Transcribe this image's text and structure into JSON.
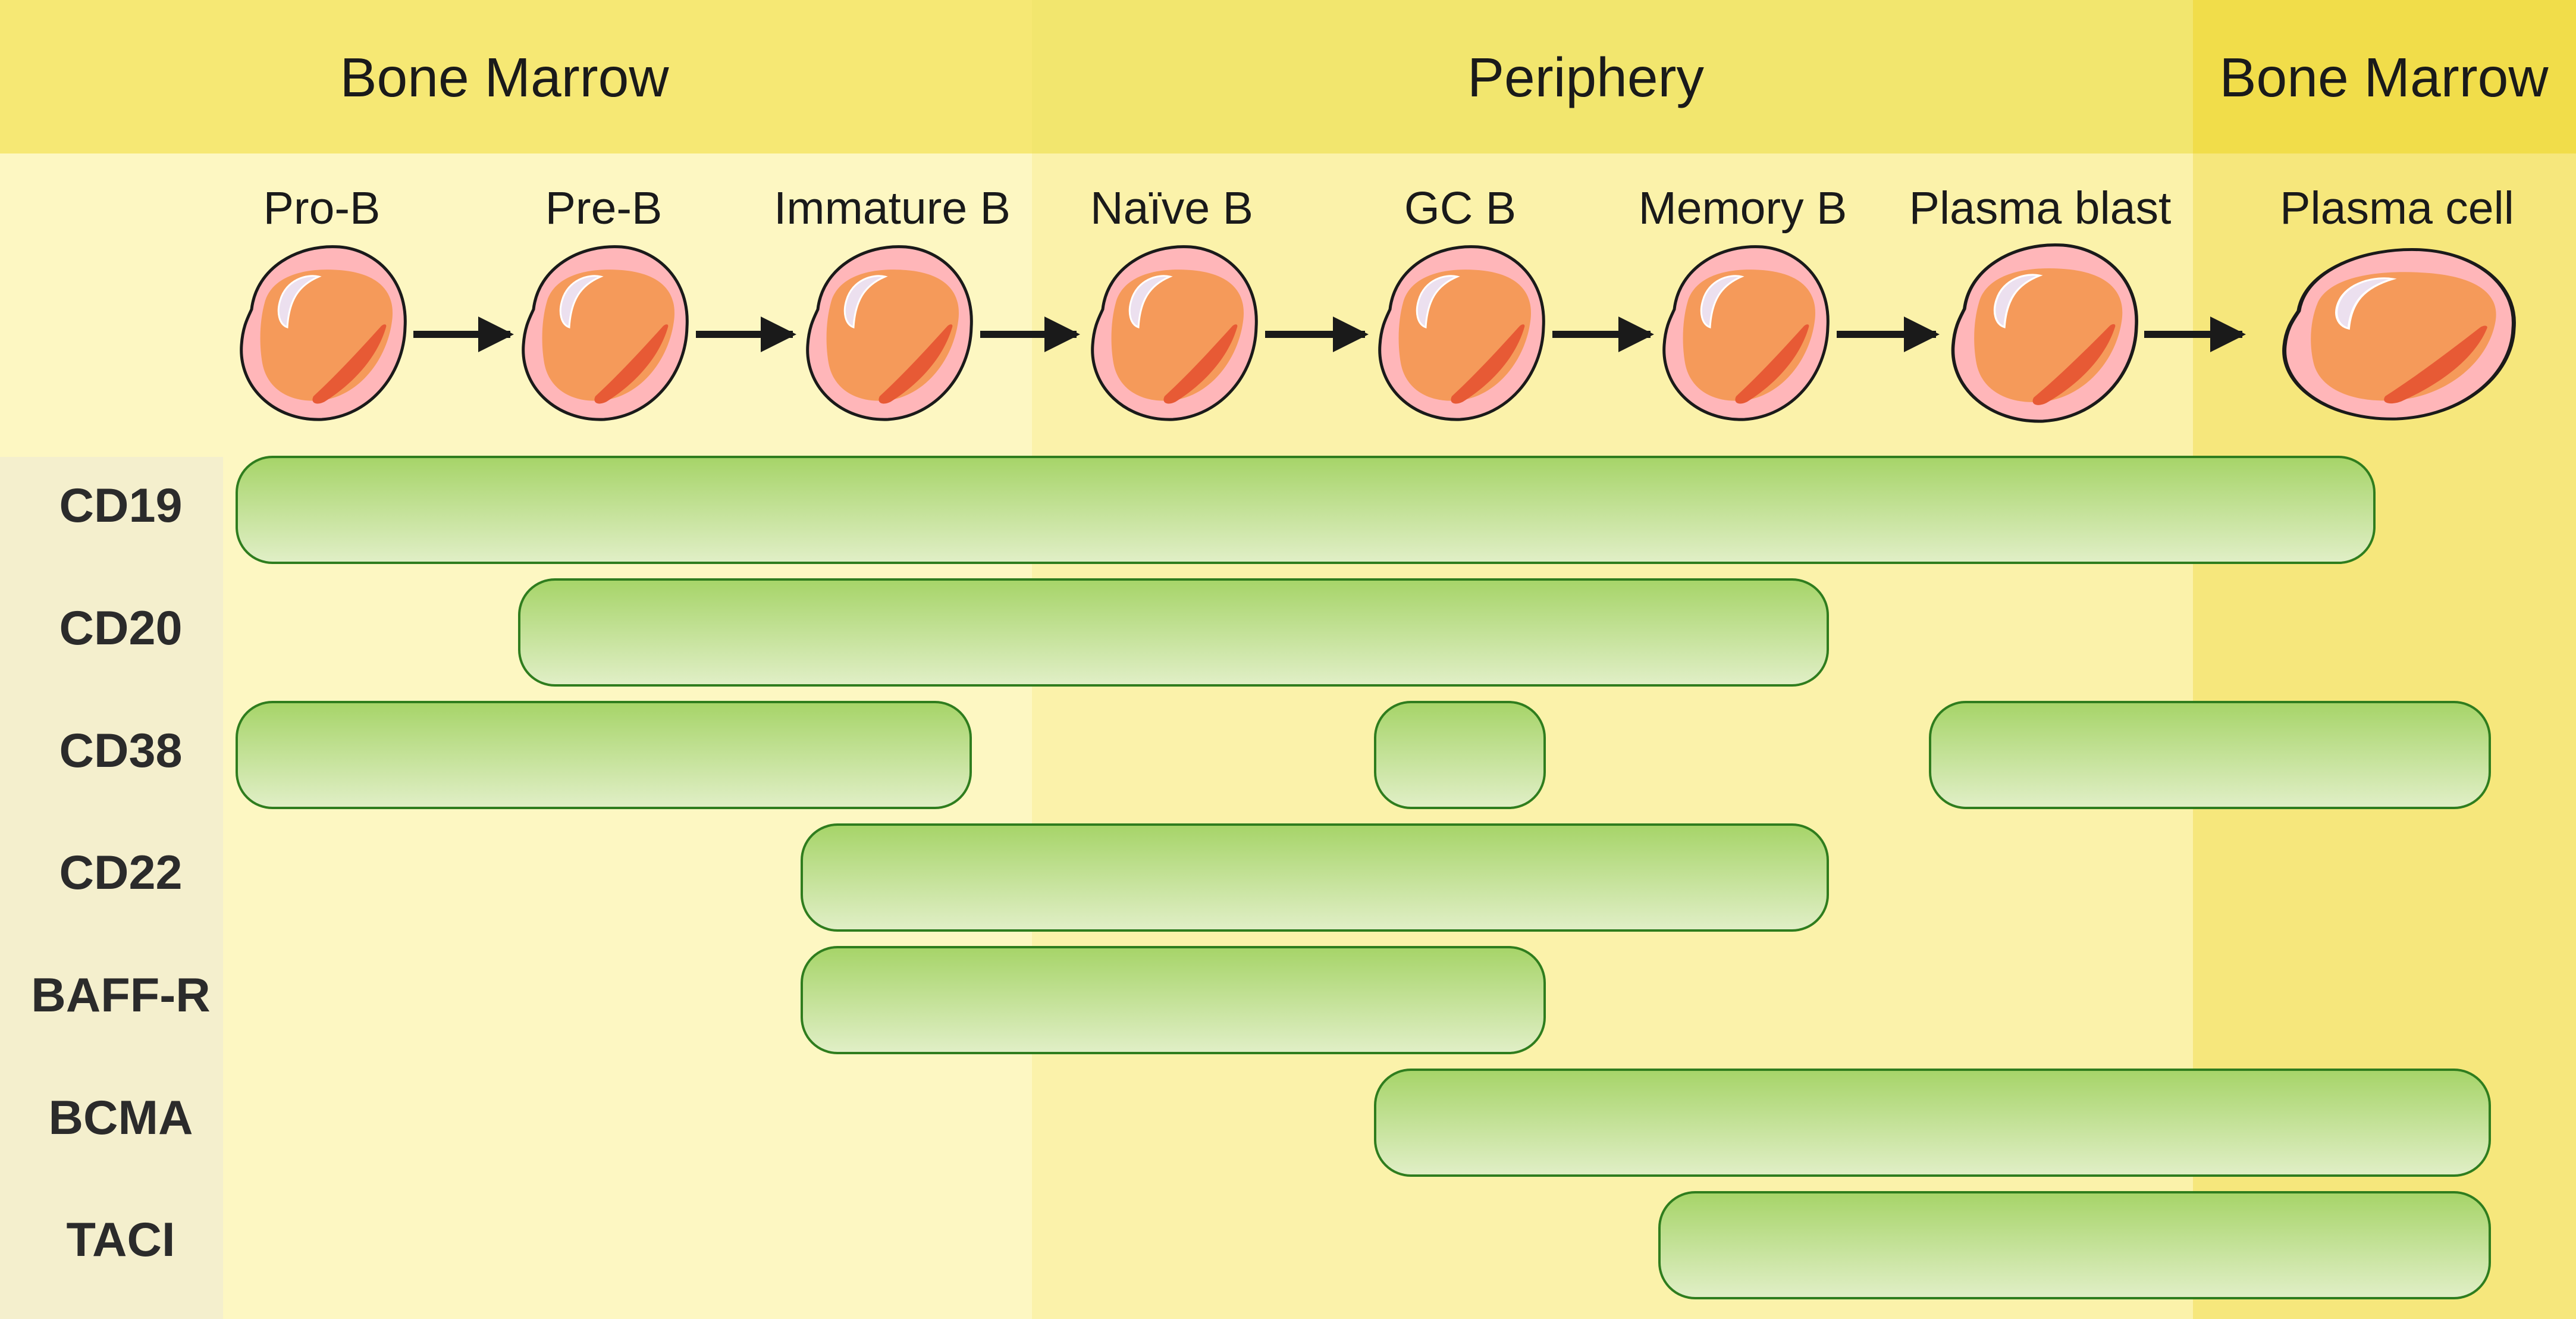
{
  "regions": [
    {
      "id": "bm1",
      "title": "Bone Marrow"
    },
    {
      "id": "periphery",
      "title": "Periphery"
    },
    {
      "id": "bm2",
      "title": "Bone Marrow"
    }
  ],
  "stages": [
    {
      "id": "pro-b",
      "label": "Pro-B"
    },
    {
      "id": "pre-b",
      "label": "Pre-B"
    },
    {
      "id": "immature-b",
      "label": "Immature B"
    },
    {
      "id": "naive-b",
      "label": "Naïve B"
    },
    {
      "id": "gc-b",
      "label": "GC B"
    },
    {
      "id": "memory-b",
      "label": "Memory B"
    },
    {
      "id": "plasma-blast",
      "label": "Plasma blast"
    },
    {
      "id": "plasma-cell",
      "label": "Plasma cell"
    }
  ],
  "markers": [
    {
      "label": "CD19",
      "spans": [
        {
          "from": "Pro-B",
          "to": "Plasma blast"
        }
      ]
    },
    {
      "label": "CD20",
      "spans": [
        {
          "from": "Pre-B",
          "to": "Memory B"
        }
      ]
    },
    {
      "label": "CD38",
      "spans": [
        {
          "from": "Pro-B",
          "to": "Immature B"
        },
        {
          "from": "GC B",
          "to": "GC B"
        },
        {
          "from": "Plasma blast",
          "to": "Plasma cell"
        }
      ]
    },
    {
      "label": "CD22",
      "spans": [
        {
          "from": "Immature B",
          "to": "Memory B"
        }
      ]
    },
    {
      "label": "BAFF-R",
      "spans": [
        {
          "from": "Immature B",
          "to": "GC B"
        }
      ]
    },
    {
      "label": "BCMA",
      "spans": [
        {
          "from": "GC B",
          "to": "Plasma cell"
        }
      ]
    },
    {
      "label": "TACI",
      "spans": [
        {
          "from": "Memory B",
          "to": "Plasma cell"
        }
      ]
    }
  ],
  "colors": {
    "header_bm": "#f6e874",
    "header_periphery": "#f2e66e",
    "header_bm2": "#f1dd4a",
    "body_bm": "#fdf7c2",
    "body_periphery": "#fbf2aa",
    "body_bm2": "#f6e77c",
    "label_column": "#f4efcd",
    "bar_top": "#a6d468",
    "bar_bottom": "#e1efc7",
    "bar_stroke": "#2f7d1e",
    "cell_outer": "#ffb6b9",
    "cell_nucleus": "#f59a5a",
    "cell_streak": "#e75a35",
    "cell_highlight": "#ece0ef"
  }
}
